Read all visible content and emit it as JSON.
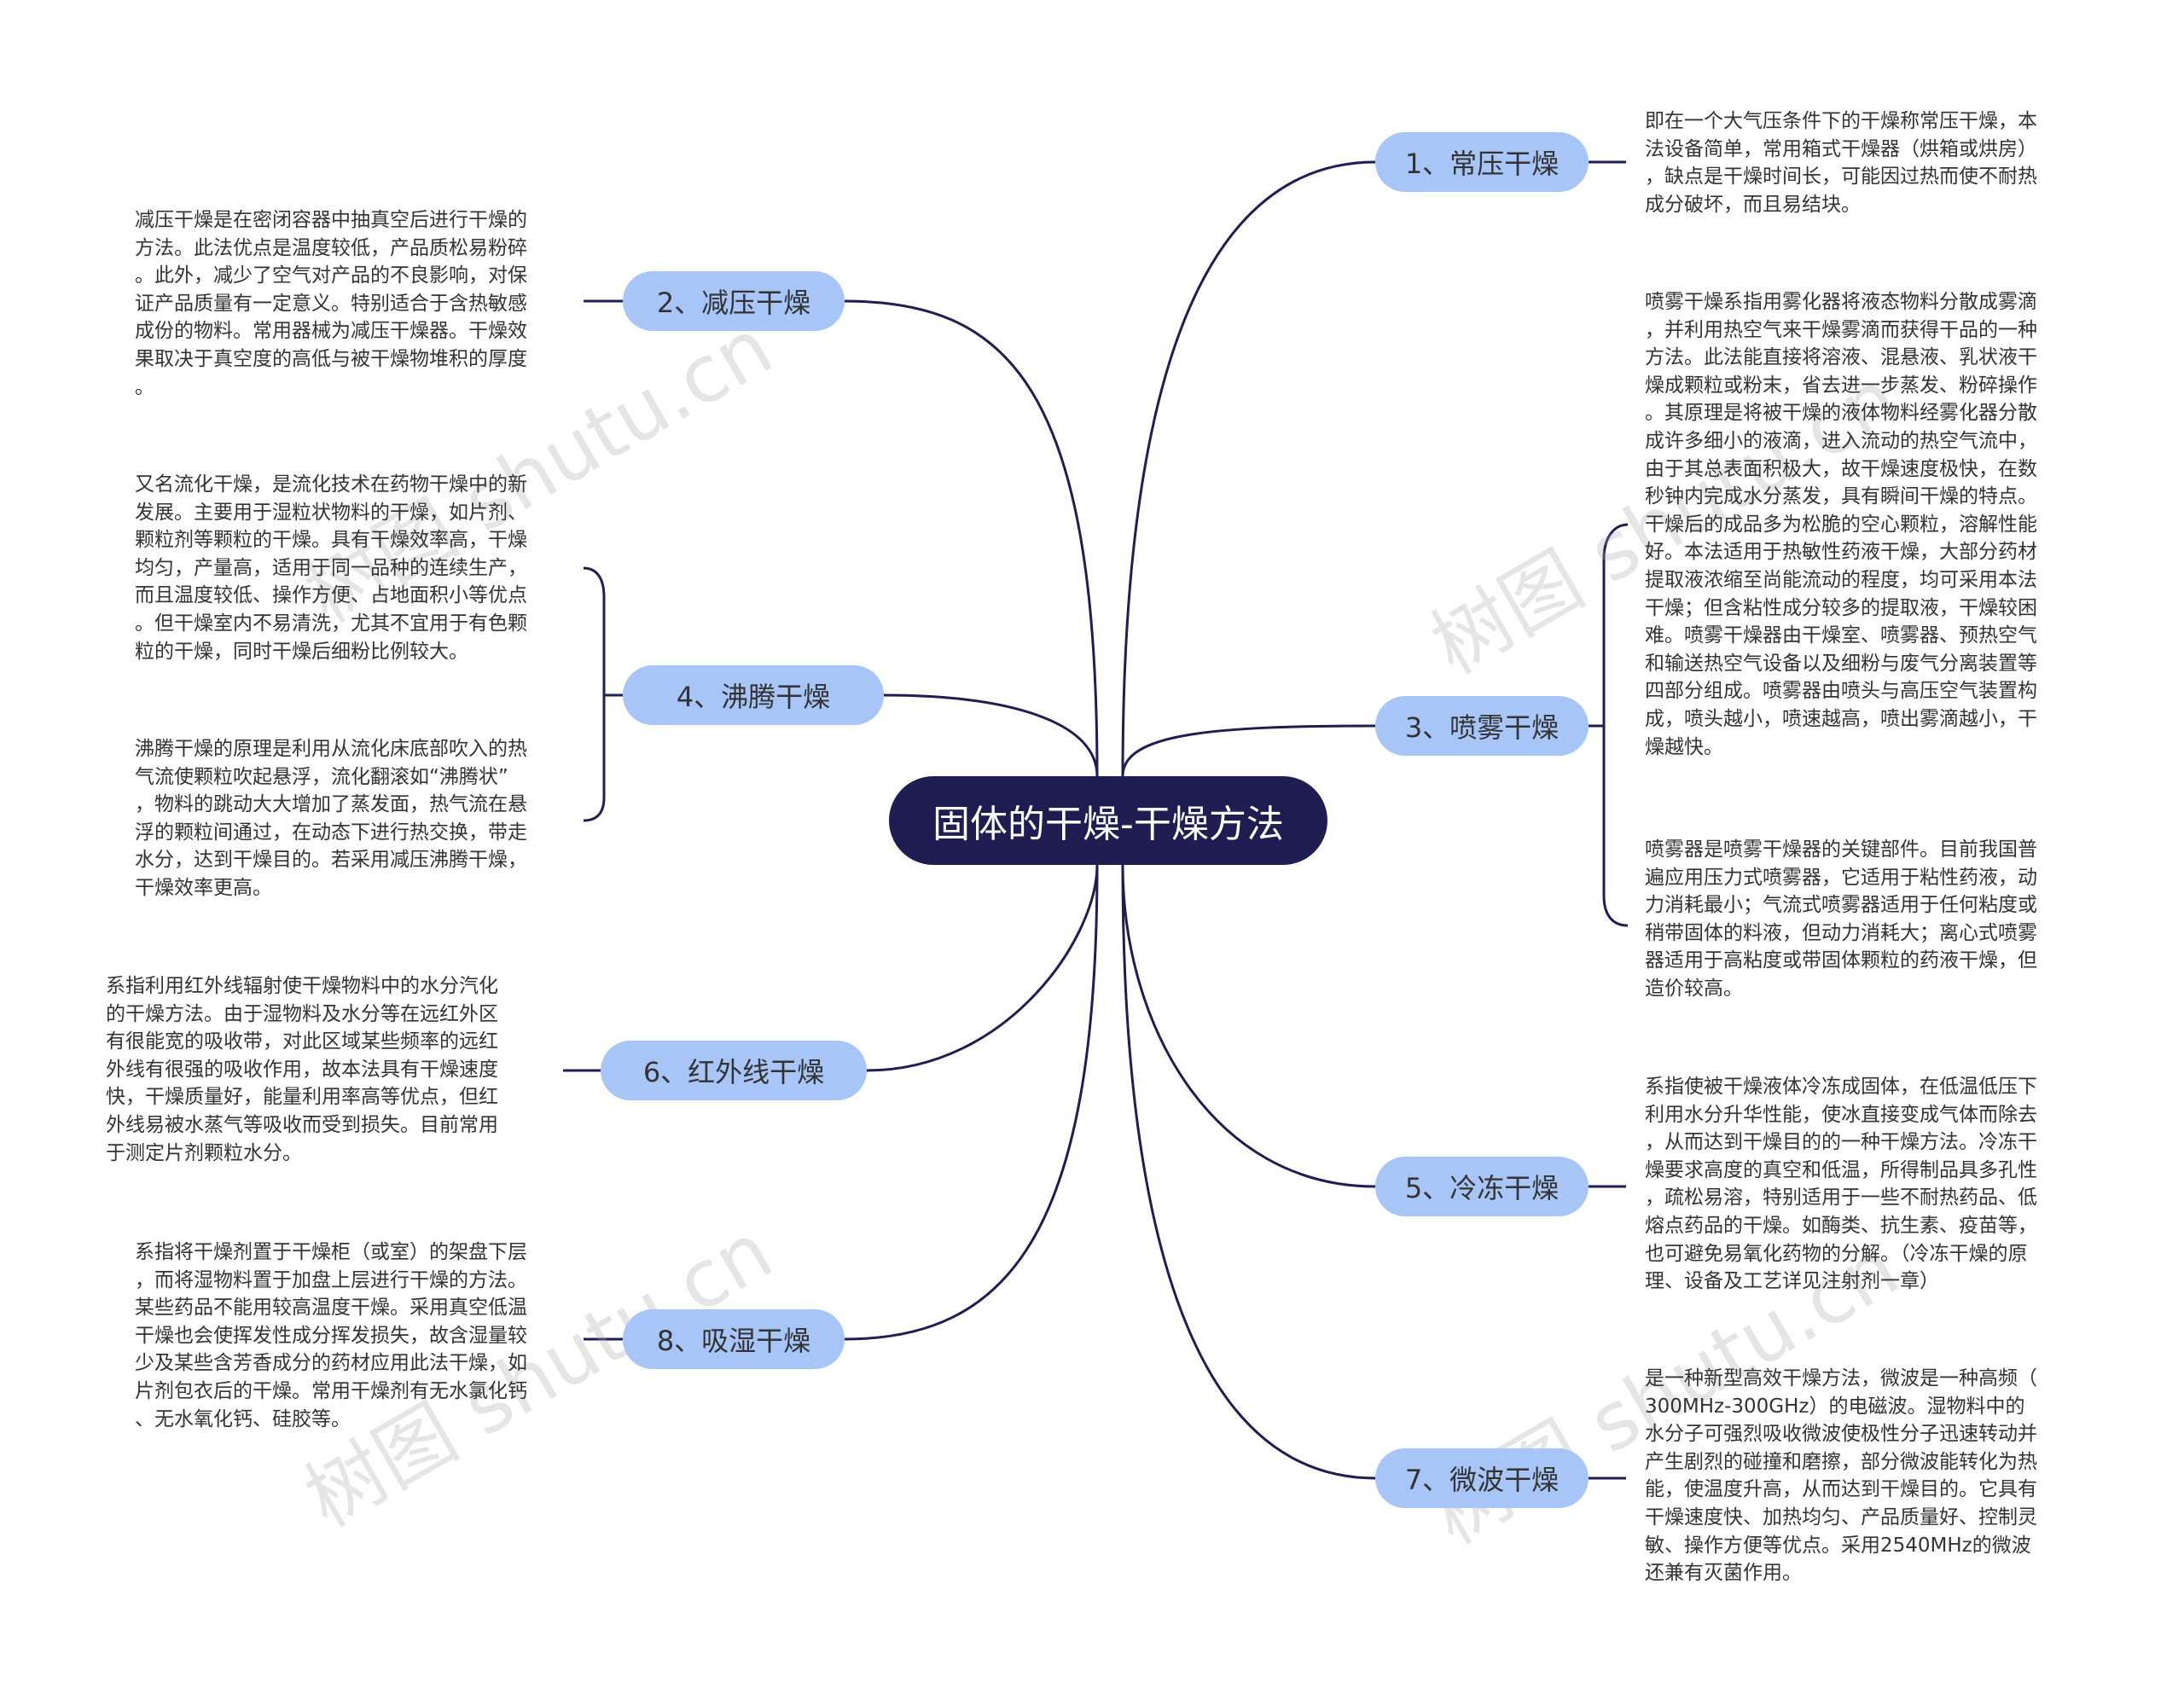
{
  "center": "固体的干燥-干燥方法",
  "topics": [
    {
      "label": "1、常压干燥",
      "notes": [
        "即在一个大气压条件下的干燥称常压干燥，本\n法设备简单，常用箱式干燥器（烘箱或烘房）\n，缺点是干燥时间长，可能因过热而使不耐热\n成分破坏，而且易结块。"
      ]
    },
    {
      "label": "2、减压干燥",
      "notes": [
        "减压干燥是在密闭容器中抽真空后进行干燥的\n方法。此法优点是温度较低，产品质松易粉碎\n。此外，减少了空气对产品的不良影响，对保\n证产品质量有一定意义。特别适合于含热敏感\n成份的物料。常用器械为减压干燥器。干燥效\n果取决于真空度的高低与被干燥物堆积的厚度\n。"
      ]
    },
    {
      "label": "3、喷雾干燥",
      "notes": [
        "喷雾干燥系指用雾化器将液态物料分散成雾滴\n，并利用热空气来干燥雾滴而获得干品的一种\n方法。此法能直接将溶液、混悬液、乳状液干\n燥成颗粒或粉末，省去进一步蒸发、粉碎操作\n。其原理是将被干燥的液体物料经雾化器分散\n成许多细小的液滴，进入流动的热空气流中，\n由于其总表面积极大，故干燥速度极快，在数\n秒钟内完成水分蒸发，具有瞬间干燥的特点。\n干燥后的成品多为松脆的空心颗粒，溶解性能\n好。本法适用于热敏性药液干燥，大部分药材\n提取液浓缩至尚能流动的程度，均可采用本法\n干燥；但含粘性成分较多的提取液，干燥较困\n难。喷雾干燥器由干燥室、喷雾器、预热空气\n和输送热空气设备以及细粉与废气分离装置等\n四部分组成。喷雾器由喷头与高压空气装置构\n成，喷头越小，喷速越高，喷出雾滴越小，干\n燥越快。",
        "喷雾器是喷雾干燥器的关键部件。目前我国普\n遍应用压力式喷雾器，它适用于粘性药液，动\n力消耗最小；气流式喷雾器适用于任何粘度或\n稍带固体的料液，但动力消耗大；离心式喷雾\n器适用于高粘度或带固体颗粒的药液干燥，但\n造价较高。"
      ]
    },
    {
      "label": "4、沸腾干燥",
      "notes": [
        "又名流化干燥，是流化技术在药物干燥中的新\n发展。主要用于湿粒状物料的干燥，如片剂、\n颗粒剂等颗粒的干燥。具有干燥效率高，干燥\n均匀，产量高，适用于同一品种的连续生产，\n而且温度较低、操作方便、占地面积小等优点\n。但干燥室内不易清洗，尤其不宜用于有色颗\n粒的干燥，同时干燥后细粉比例较大。",
        "沸腾干燥的原理是利用从流化床底部吹入的热\n气流使颗粒吹起悬浮，流化翻滚如“沸腾状”\n，物料的跳动大大增加了蒸发面，热气流在悬\n浮的颗粒间通过，在动态下进行热交换，带走\n水分，达到干燥目的。若采用减压沸腾干燥，\n干燥效率更高。"
      ]
    },
    {
      "label": "5、冷冻干燥",
      "notes": [
        "系指使被干燥液体冷冻成固体，在低温低压下\n利用水分升华性能，使冰直接变成气体而除去\n，从而达到干燥目的的一种干燥方法。冷冻干\n燥要求高度的真空和低温，所得制品具多孔性\n，疏松易溶，特别适用于一些不耐热药品、低\n熔点药品的干燥。如酶类、抗生素、疫苗等，\n也可避免易氧化药物的分解。（冷冻干燥的原\n理、设备及工艺详见注射剂一章）"
      ]
    },
    {
      "label": "6、红外线干燥",
      "notes": [
        "系指利用红外线辐射使干燥物料中的水分汽化\n的干燥方法。由于湿物料及水分等在远红外区\n有很能宽的吸收带，对此区域某些频率的远红\n外线有很强的吸收作用，故本法具有干燥速度\n快，干燥质量好，能量利用率高等优点，但红\n外线易被水蒸气等吸收而受到损失。目前常用\n于测定片剂颗粒水分。"
      ]
    },
    {
      "label": "7、微波干燥",
      "notes": [
        "是一种新型高效干燥方法，微波是一种高频（\n300MHz-300GHz）的电磁波。湿物料中的\n水分子可强烈吸收微波使极性分子迅速转动并\n产生剧烈的碰撞和磨擦，部分微波能转化为热\n能，使温度升高，从而达到干燥目的。它具有\n干燥速度快、加热均匀、产品质量好、控制灵\n敏、操作方便等优点。采用2540MHz的微波\n还兼有灭菌作用。"
      ]
    },
    {
      "label": "8、吸湿干燥",
      "notes": [
        "系指将干燥剂置于干燥柜（或室）的架盘下层\n，而将湿物料置于加盘上层进行干燥的方法。\n某些药品不能用较高温度干燥。采用真空低温\n干燥也会使挥发性成分挥发损失，故含湿量较\n少及某些含芳香成分的药材应用此法干燥，如\n片剂包衣后的干燥。常用干燥剂有无水氯化钙\n、无水氧化钙、硅胶等。"
      ]
    }
  ],
  "watermarks": [
    "树图 shutu.cn",
    "树图 shutu.cn",
    "树图 shutu.cn",
    "树图 shutu.cn"
  ],
  "colors": {
    "center": "#1f1d52",
    "topic": "#a7c6f7",
    "line": "#1f1d52"
  }
}
